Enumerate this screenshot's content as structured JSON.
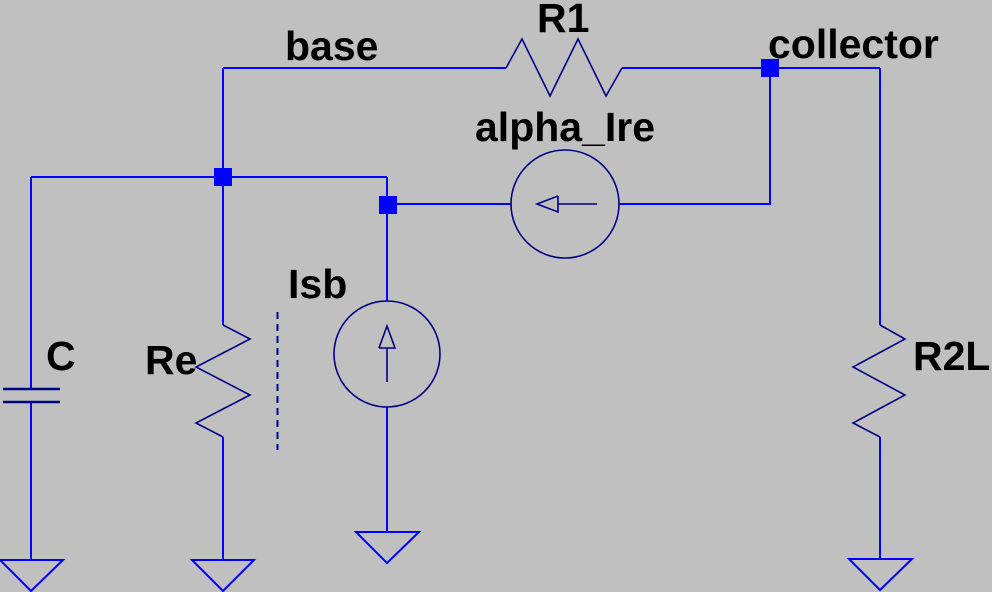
{
  "colors": {
    "background": "#c0c0c0",
    "wire": "#0000ff",
    "symbol": "#000084",
    "junction": "#0000ff",
    "ground": "#0000ff",
    "text": "#000000"
  },
  "nets": {
    "base": {
      "label": "base"
    },
    "collector": {
      "label": "collector"
    }
  },
  "components": {
    "r1": {
      "label": "R1",
      "type": "resistor"
    },
    "re": {
      "label": "Re",
      "type": "resistor"
    },
    "r2l": {
      "label": "R2L",
      "type": "resistor"
    },
    "c": {
      "label": "C",
      "type": "capacitor"
    },
    "isb": {
      "label": "Isb",
      "type": "current-source-up"
    },
    "alpha": {
      "label": "alpha_Ire",
      "type": "current-source-left"
    }
  },
  "grounds": {
    "count": 4
  }
}
